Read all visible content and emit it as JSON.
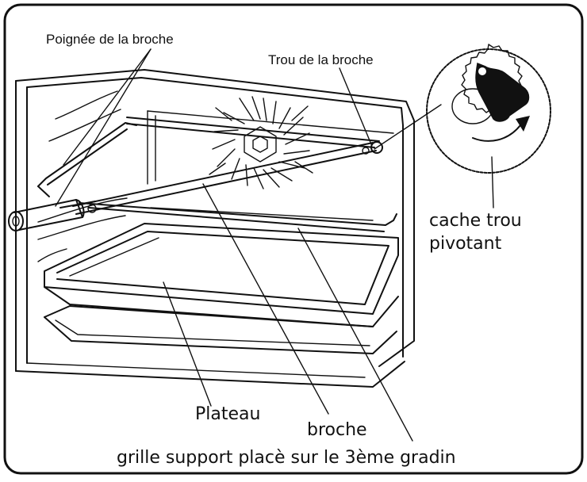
{
  "labels": {
    "handle": "Poignée de la broche",
    "hole": "Trou de la broche",
    "cover": "cache trou pivotant",
    "tray": "Plateau",
    "spit": "broche",
    "rack": "grille support placè sur le 3ème gradin"
  },
  "colors": {
    "stroke": "#111111",
    "background": "#ffffff"
  },
  "icons": [
    "fan-icon",
    "rotation-arrow-icon",
    "hole-cover-icon"
  ]
}
